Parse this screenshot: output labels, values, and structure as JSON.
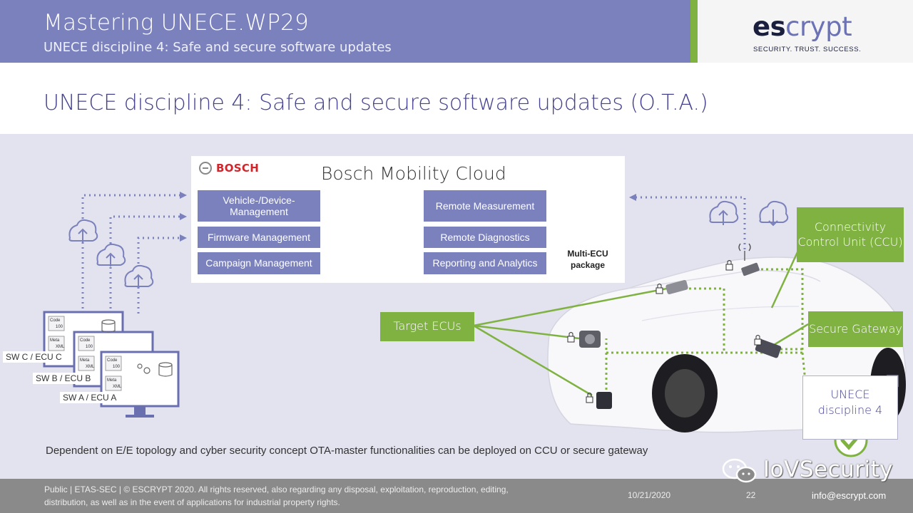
{
  "header": {
    "title": "Mastering UNECE.WP29",
    "subtitle": "UNECE discipline 4: Safe and secure software updates"
  },
  "logo": {
    "brand_bold": "es",
    "brand_light": "crypt",
    "tagline": "SECURITY. TRUST. SUCCESS."
  },
  "slide": {
    "title": "UNECE discipline 4: Safe and secure software updates (O.T.A.)"
  },
  "cloud": {
    "bosch_label": "BOSCH",
    "title": "Bosch Mobility Cloud",
    "left_services": [
      "Vehicle-/Device-Management",
      "Firmware Management",
      "Campaign Management"
    ],
    "right_services": [
      "Remote Measurement",
      "Remote Diagnostics",
      "Reporting and Analytics"
    ],
    "package_label": "Multi-ECU package"
  },
  "software": {
    "labels": [
      "SW C / ECU C",
      "SW B / ECU B",
      "SW A / ECU A"
    ],
    "file_labels": [
      "Code",
      "Meta",
      "XML",
      "100 001"
    ]
  },
  "vehicle": {
    "target_ecus": "Target ECUs",
    "ccu": "Connectivity Control Unit (CCU)",
    "gateway": "Secure Gateway",
    "unece_badge": "UNECE discipline 4"
  },
  "note": "Dependent on E/E topology and cyber security concept OTA-master functionalities can be deployed on CCU or secure gateway",
  "footer": {
    "legal": "Public | ETAS-SEC | © ESCRYPT 2020. All rights reserved, also regarding any disposal, exploitation, reproduction, editing, distribution, as well as in the event of applications for industrial property rights.",
    "date": "10/21/2020",
    "page": "22",
    "email": "info@escrypt.com",
    "watermark": "IoVSecurity"
  },
  "colors": {
    "header_purple": "#7b81bc",
    "accent_green": "#7fb241",
    "title_purple": "#44418f",
    "content_bg": "#e3e3ef"
  }
}
